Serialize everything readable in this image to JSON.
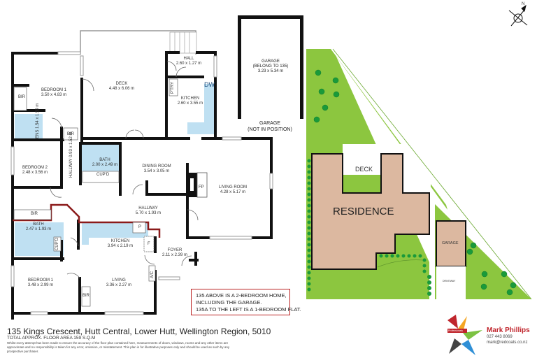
{
  "floor_plan": {
    "upper_unit": {
      "rooms": [
        {
          "name": "BEDROOM 1",
          "dimensions": "3.50 x 4.83 m"
        },
        {
          "name": "DECK",
          "dimensions": "4.48 x 6.06 m"
        },
        {
          "name": "HALL",
          "dimensions": "2.60 x 1.27 m"
        },
        {
          "name": "KITCHEN",
          "dimensions": "2.60 x 3.55 m"
        },
        {
          "name": "ENS",
          "dimensions": "1.54 x 1.59 m"
        },
        {
          "name": "BEDROOM 2",
          "dimensions": "2.48 x 3.56 m"
        },
        {
          "name": "HALLWAY",
          "dimensions": "0.93 x 1.52 m"
        },
        {
          "name": "BATH",
          "dimensions": "2.00 x 2.49 m"
        },
        {
          "name": "DINING ROOM",
          "dimensions": "3.54 x 3.05 m"
        },
        {
          "name": "LIVING ROOM",
          "dimensions": "4.28 x 5.17 m"
        },
        {
          "name": "HALLWAY",
          "dimensions": "5.70 x 1.93 m"
        }
      ],
      "fixtures": [
        "BIR",
        "BIR",
        "P'TRY",
        "DW",
        "CUP'D",
        "FP"
      ]
    },
    "flat_unit": {
      "rooms": [
        {
          "name": "BATH",
          "dimensions": "2.47 x 1.93 m"
        },
        {
          "name": "KITCHEN",
          "dimensions": "3.94 x 2.19 m"
        },
        {
          "name": "FOYER",
          "dimensions": "2.11 x 2.39 m"
        },
        {
          "name": "BEDROOM 1",
          "dimensions": "3.48 x 2.99 m"
        },
        {
          "name": "LIVING",
          "dimensions": "3.36 x 2.27 m"
        }
      ],
      "fixtures": [
        "BIR",
        "CUP'D",
        "P",
        "F",
        "A/C",
        "BIR"
      ]
    },
    "garage": {
      "name": "GARAGE",
      "note": "(BELONG TO 135)",
      "dimensions": "3.23 x 5.34 m",
      "caption_line1": "GARAGE",
      "caption_line2": "(NOT IN POSITION)"
    },
    "note_box": {
      "line1": "135 ABOVE IS A 2-BEDROOM HOME,",
      "line2": "INCLUDING THE GARAGE.",
      "line3": "135A TO THE LEFT IS A 1-BEDROOM FLAT."
    }
  },
  "site_plan": {
    "labels": {
      "deck": "DECK",
      "residence": "RESIDENCE",
      "garage": "GARAGE",
      "driveway": "DRIVEWAY"
    },
    "colors": {
      "lawn": "#8cc63f",
      "tree": "#1a9a3a",
      "building": "#dcb8a0",
      "outline": "#111111"
    }
  },
  "compass": {
    "label": "N"
  },
  "footer": {
    "address": "135 Kings Crescent, Hutt Central, Lower Hutt, Wellington Region, 5010",
    "area": "TOTAL APPROX. FLOOR AREA 159 S.Q.M",
    "disclaimer": "Whilst every attempt has been made to ensure the accuracy of the floor plan contained here, measurements of doors, windows, rooms and any other items are approximate and no responsibility is taken for any error, omission, or misstatement. This plan is for illustrative purposes only and should be used as such by any prospective purchaser."
  },
  "agent": {
    "name": "Mark Phillips",
    "phone": "027 443 8069",
    "email": "mark@redcoats.co.nz",
    "badge": "Professionals"
  },
  "colors": {
    "wet_area": "#bfe0f2",
    "wall": "#111111",
    "flat_outline": "#8b1a1a",
    "accent_red": "#c0262d"
  }
}
